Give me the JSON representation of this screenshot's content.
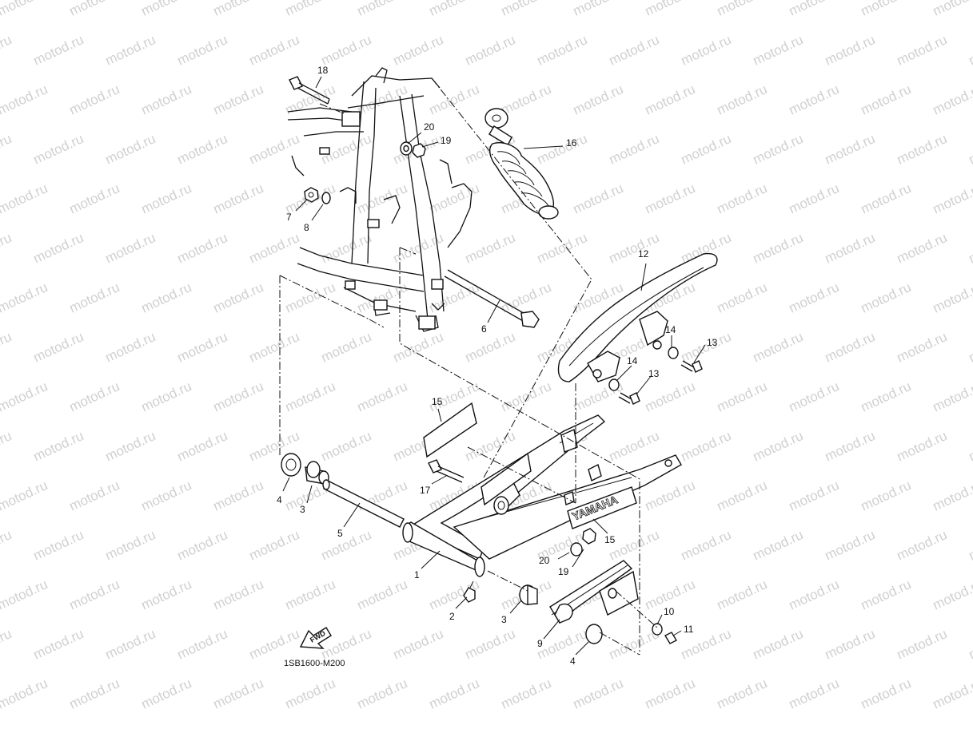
{
  "watermark": "motod.ru",
  "diagram_code": "1SB1600-M200",
  "fwd_label": "FWD",
  "brand_mark": "YAMAHA",
  "callouts": [
    "18",
    "20",
    "19",
    "16",
    "7",
    "8",
    "12",
    "6",
    "14",
    "13",
    "14",
    "13",
    "15",
    "17",
    "4",
    "3",
    "5",
    "15",
    "1",
    "20",
    "19",
    "2",
    "3",
    "10",
    "11",
    "9",
    "4"
  ]
}
